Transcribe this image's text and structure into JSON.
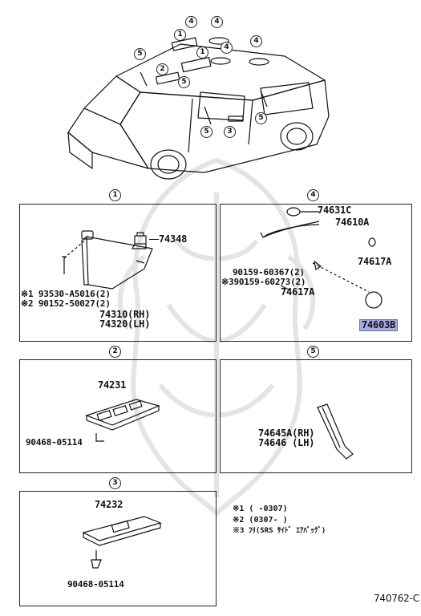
{
  "watermark": "watermark-lion",
  "car_callouts": [
    "4",
    "4",
    "1",
    "4",
    "5",
    "2",
    "1",
    "5",
    "4",
    "5",
    "3",
    "5"
  ],
  "sections": {
    "s1": {
      "title": "1",
      "parts": {
        "p74348": "74348",
        "note1": "※1 93530-A5016(2)",
        "note2": "※2 90152-50027(2)",
        "rh": "74310(RH)",
        "lh": "74320(LH)"
      }
    },
    "s4": {
      "title": "4",
      "parts": {
        "p74631C": "74631C",
        "p74610A": "74610A",
        "p74617A_r": "74617A",
        "screw1": "90159-60367(2)",
        "screw2": "※390159-60273(2)",
        "p74617A_c": "74617A",
        "p74603B": "74603B"
      }
    },
    "s2": {
      "title": "2",
      "parts": {
        "p74231": "74231",
        "clip": "90468-05114"
      }
    },
    "s5": {
      "title": "5",
      "parts": {
        "rh": "74645A(RH)",
        "lh": "74646 (LH)"
      }
    },
    "s3": {
      "title": "3",
      "parts": {
        "p74232": "74232",
        "clip": "90468-05114"
      }
    }
  },
  "notes": [
    "※1 (      -0307)",
    "※2 (0307-      )",
    "※3 ﾌﾘ(SRS ｻｲﾄﾞ ｴｱﾊﾞｯｸﾞ)"
  ],
  "figure_id": "740762-C"
}
